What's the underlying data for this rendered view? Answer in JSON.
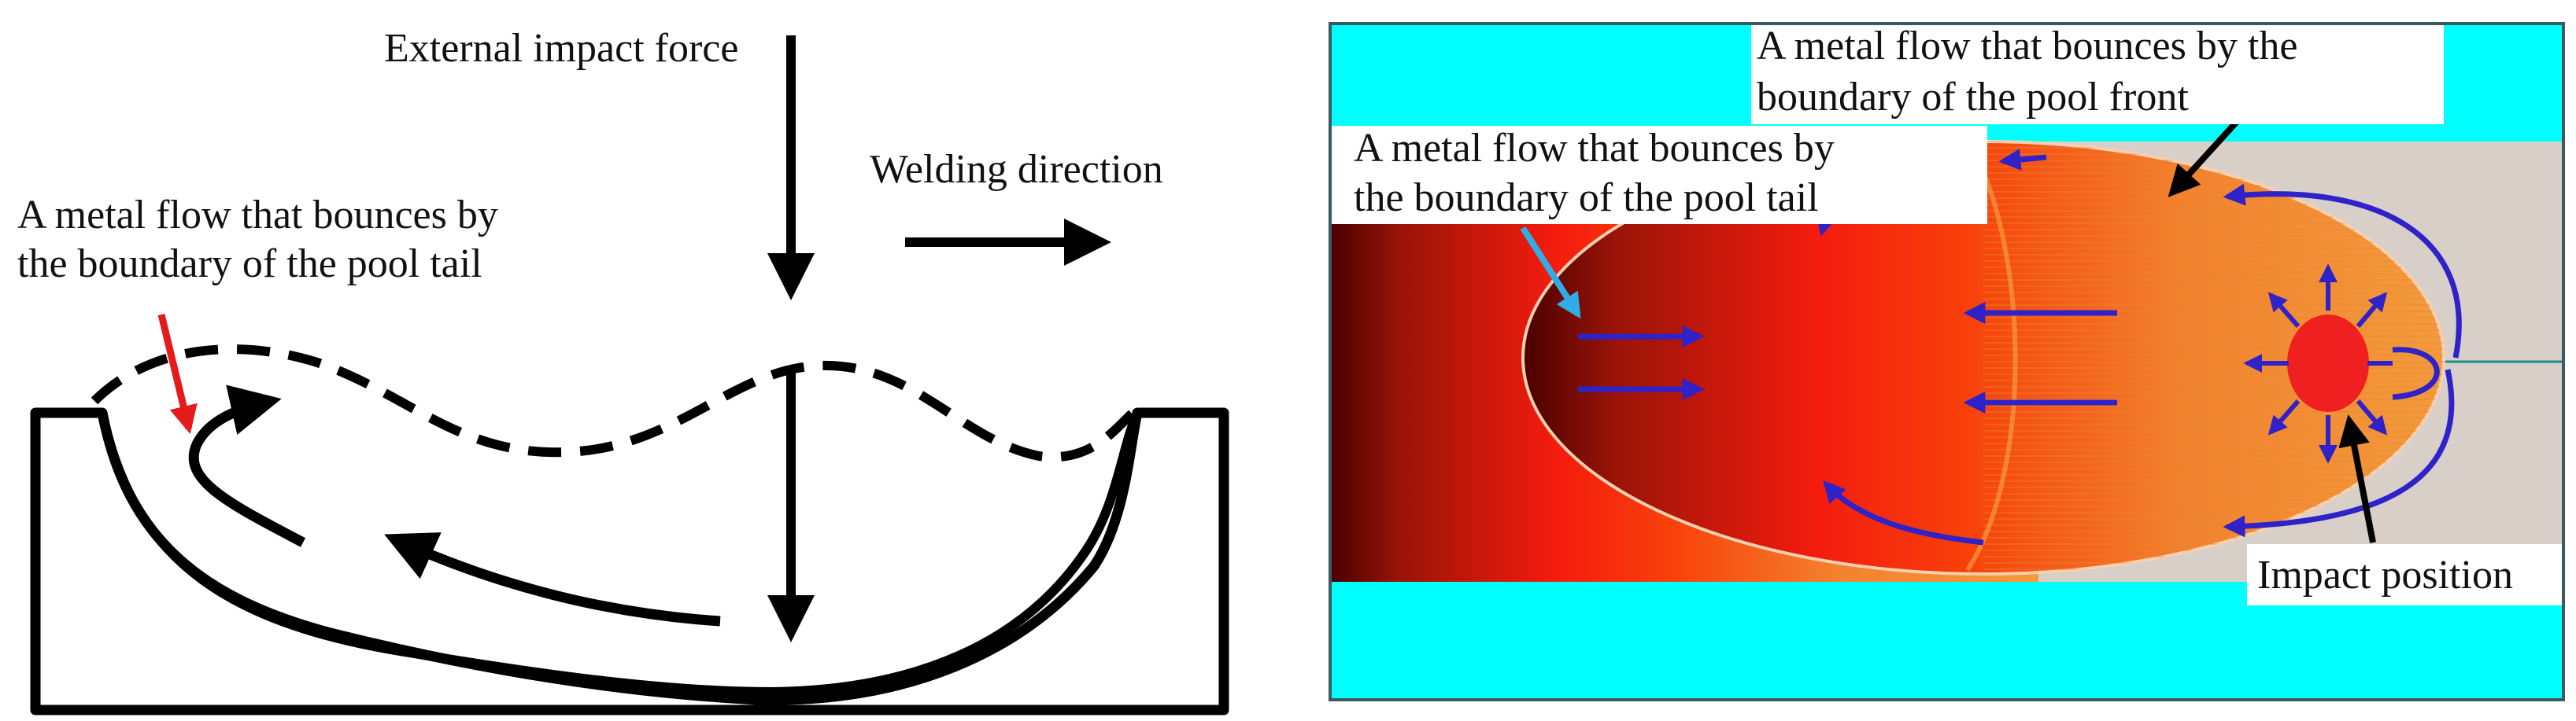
{
  "left_panel": {
    "labels": {
      "external_impact_force": "External impact force",
      "welding_direction": "Welding direction",
      "tail_flow_line1": "A metal flow that bounces by",
      "tail_flow_line2": "the boundary of the pool tail"
    }
  },
  "right_panel": {
    "labels": {
      "front_flow_line1": "A metal flow that bounces by the",
      "front_flow_line2": "boundary of the pool front",
      "tail_flow_line1": "A metal flow that bounces by",
      "tail_flow_line2": "the boundary of the pool tail",
      "impact_position": "Impact position"
    }
  },
  "colors": {
    "background_cyan": "#00FFFF",
    "pool_orange": "#F39A3C",
    "pool_red": "#F41C0E",
    "pool_dark": "#4A0000",
    "impact_red": "#F02020",
    "flow_arrow_blue": "#2E22C8",
    "red_pointer": "#E51B1B",
    "cyan_pointer": "#2FAEE6"
  }
}
